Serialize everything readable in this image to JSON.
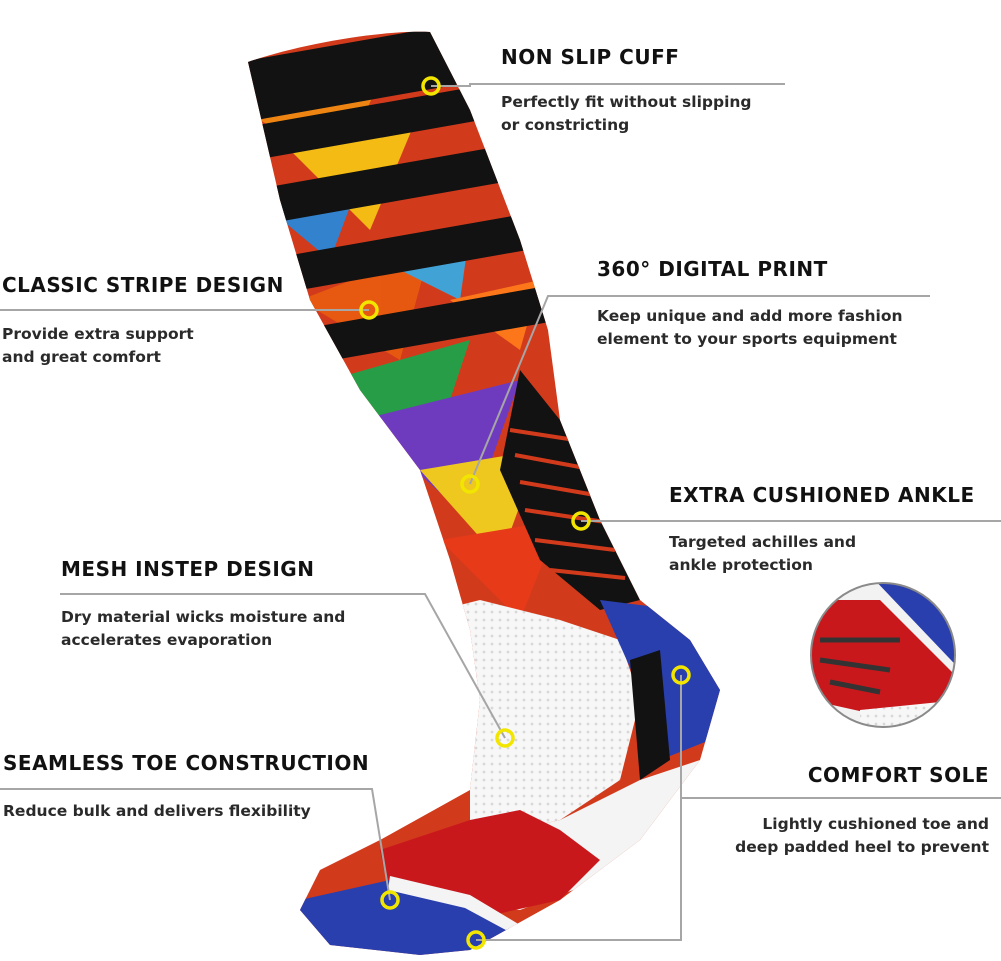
{
  "features": {
    "non_slip_cuff": {
      "title": "NON SLIP CUFF",
      "line1": "Perfectly fit without slipping",
      "line2": "or constricting"
    },
    "classic_stripe": {
      "title": "CLASSIC STRIPE DESIGN",
      "line1": "Provide extra support",
      "line2": "and great comfort"
    },
    "digital_print": {
      "title": "360° DIGITAL PRINT",
      "line1": "Keep unique and add more fashion",
      "line2": "element to your sports equipment"
    },
    "cushioned_ankle": {
      "title": "EXTRA CUSHIONED ANKLE",
      "line1": "Targeted achilles and",
      "line2": "ankle protection"
    },
    "mesh_instep": {
      "title": "MESH INSTEP DESIGN",
      "line1": "Dry material wicks moisture and",
      "line2": "accelerates evaporation"
    },
    "seamless_toe": {
      "title": "SEAMLESS TOE CONSTRUCTION",
      "line1": "Reduce bulk and delivers flexibility"
    },
    "comfort_sole": {
      "title": "COMFORT SOLE",
      "line1": "Lightly cushioned toe and",
      "line2": "deep padded heel to prevent"
    }
  },
  "colors": {
    "leader_line": "#a6a6a6",
    "marker": "#f2e600",
    "sock_black": "#121212",
    "sock_red": "#c8181c",
    "sock_blue": "#2a3fae",
    "sock_white": "#f4f4f4"
  }
}
